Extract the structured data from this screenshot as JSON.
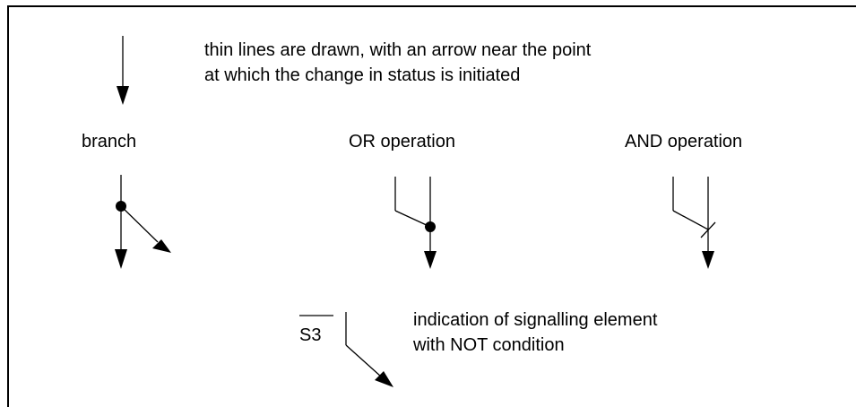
{
  "intro": {
    "line1": "thin lines are drawn, with an arrow near the point",
    "line2": "at which the change in status is initiated"
  },
  "labels": {
    "branch": "branch",
    "or_operation": "OR operation",
    "and_operation": "AND operation"
  },
  "not_signal": {
    "element_label": "S3",
    "description_line1": "indication of signalling element",
    "description_line2": "with NOT condition"
  }
}
